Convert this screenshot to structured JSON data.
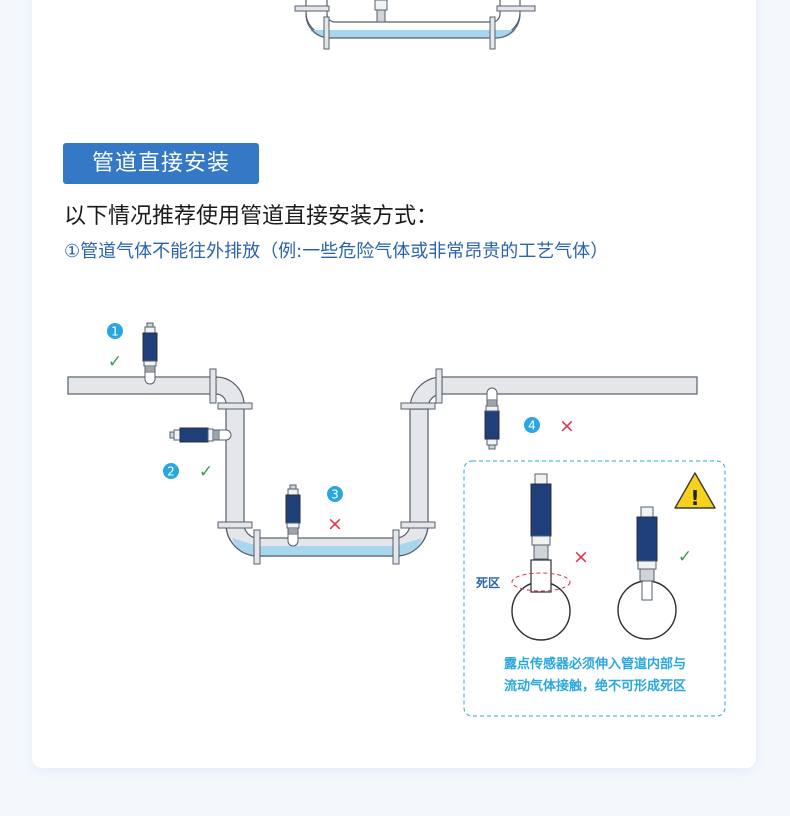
{
  "section_tag": "管道直接安装",
  "heading": "以下情况推荐使用管道直接安装方式：",
  "subline": "①管道气体不能往外排放（例:一些危险气体或非常昂贵的工艺气体）",
  "markers": [
    "1",
    "2",
    "3",
    "4"
  ],
  "marks": {
    "ok": "✓",
    "no": "×"
  },
  "dead_zone_label": "死区",
  "warning_symbol": "!",
  "callout": {
    "line1": "露点传感器必须伸入管道内部与",
    "line2": "流动气体接触，绝不可形成死区"
  },
  "colors": {
    "accent": "#3478c6",
    "subline": "#2a63ae",
    "marker": "#29a7df",
    "check": "#3a9a5a",
    "cross": "#e0324b",
    "sensor_body": "#1f3f7a",
    "pipe_fill": "#e4e6ea",
    "pipe_stroke": "#55606c",
    "water": "#a9d6ef",
    "warning": "#f7d21a"
  }
}
